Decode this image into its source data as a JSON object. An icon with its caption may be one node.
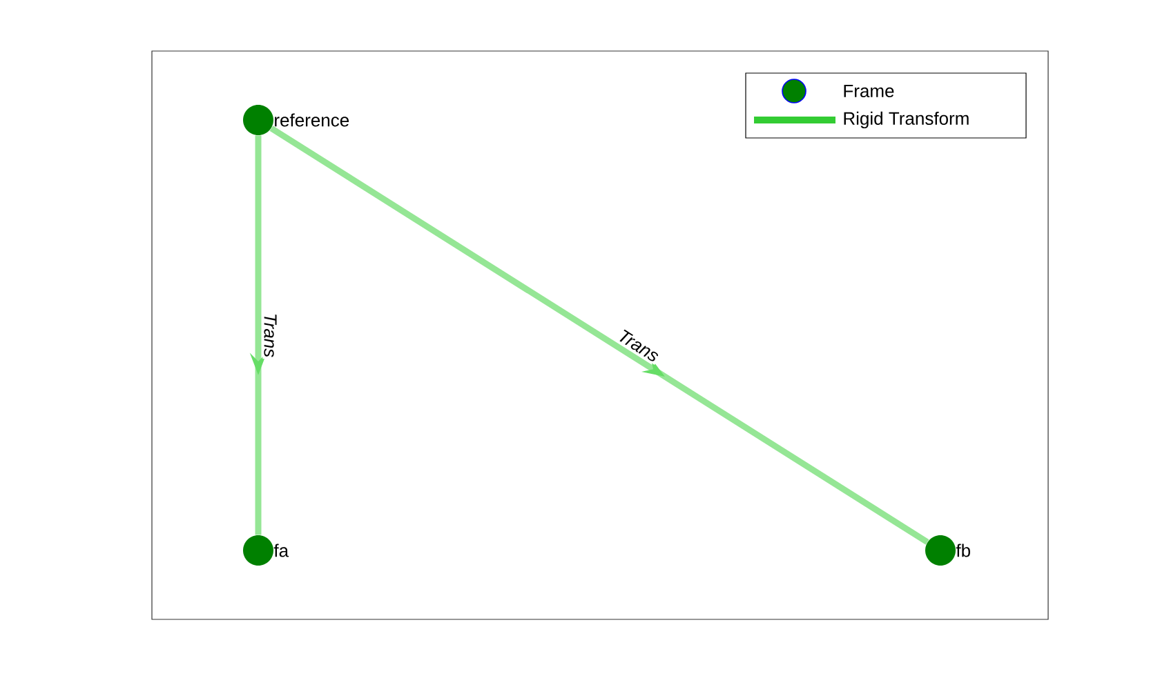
{
  "diagram": {
    "nodes": [
      {
        "text": [
          "reference"
        ]
      },
      {
        "text": [
          "fa"
        ]
      },
      {
        "text": [
          "fb"
        ]
      }
    ],
    "edges": [
      {
        "from": 0,
        "to": 1,
        "arrow": "to",
        "label": "Trans"
      },
      {
        "from": 0,
        "to": 2,
        "arrow": "to",
        "label": "Trans"
      }
    ],
    "legend": [
      {
        "text": "Frame"
      },
      {
        "text": "Rigid Transform"
      }
    ]
  }
}
